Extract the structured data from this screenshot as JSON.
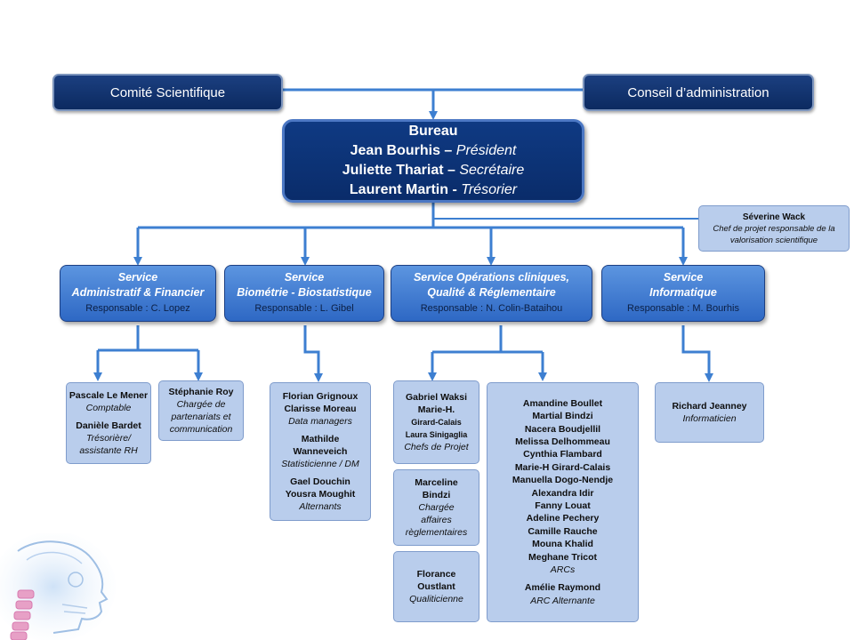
{
  "top_boxes": {
    "left": "Comité Scientifique",
    "right": "Conseil d’administration"
  },
  "bureau": {
    "title": "Bureau",
    "members": [
      {
        "name": "Jean Bourhis",
        "sep": " – ",
        "role": "Président"
      },
      {
        "name": "Juliette Thariat",
        "sep": " – ",
        "role": "Secrétaire"
      },
      {
        "name": "Laurent Martin",
        "sep": " - ",
        "role": "Trésorier"
      }
    ]
  },
  "side_note": {
    "name": "Séverine Wack",
    "role": "Chef de projet responsable de la valorisation scientifique"
  },
  "services": [
    {
      "line1": "Service",
      "line2": "Administratif & Financier",
      "resp": "Responsable : C. Lopez"
    },
    {
      "line1": "Service",
      "line2": "Biométrie - Biostatistique",
      "resp": "Responsable : L. Gibel"
    },
    {
      "line1": "Service Opérations cliniques,",
      "line2": "Qualité  & Réglementaire",
      "resp": "Responsable : N. Colin-Bataihou"
    },
    {
      "line1": "Service",
      "line2": "Informatique",
      "resp": "Responsable : M. Bourhis"
    }
  ],
  "staff": {
    "lemener": {
      "name": "Pascale Le Mener",
      "role": "Comptable",
      "name2": "Danièle Bardet",
      "role2a": "Trésorière/",
      "role2b": "assistante RH"
    },
    "roy": {
      "name": "Stéphanie Roy",
      "role_a": "Chargée de",
      "role_b": "partenariats et",
      "role_c": "communication"
    },
    "biometrie": {
      "n1": "Florian Grignoux",
      "n2": "Clarisse Moreau",
      "r1": "Data managers",
      "n3": "Mathilde",
      "n4": "Wanneveich",
      "r2": "Statisticienne / DM",
      "n5": "Gael Douchin",
      "n6": "Yousra Moughit",
      "r3": "Alternants"
    },
    "projets": {
      "n1": "Gabriel Waksi",
      "n2": "Marie-H.",
      "n3": "Girard-Calais",
      "n4": "Laura  Sinigaglia",
      "role": "Chefs de Projet"
    },
    "reglementaire": {
      "n1": "Marceline",
      "n2": "Bindzi",
      "r1": "Chargée",
      "r2": "affaires",
      "r3": "règlementaires"
    },
    "qualite": {
      "n1": "Florance",
      "n2": "Oustlant",
      "role": "Qualiticienne"
    },
    "arcs": {
      "names": [
        "Amandine Boullet",
        "Martial Bindzi",
        "Nacera Boudjellil",
        "Melissa Delhommeau",
        "Cynthia Flambard",
        "Marie-H Girard-Calais",
        "Manuella Dogo-Nendje",
        "Alexandra Idir",
        "Fanny Louat",
        "Adeline Pechery",
        "Camille Rauche",
        "Mouna  Khalid",
        "Meghane Tricot"
      ],
      "role": "ARCs",
      "alt_name": "Amélie Raymond",
      "alt_role": "ARC Alternante"
    },
    "info": {
      "name": "Richard Jeanney",
      "role": "Informaticien"
    }
  },
  "colors": {
    "dark_box": "#0c2a60",
    "service_box": "#3d78d0",
    "staff_box": "#b9cdec",
    "connector": "#3d7fd1"
  }
}
